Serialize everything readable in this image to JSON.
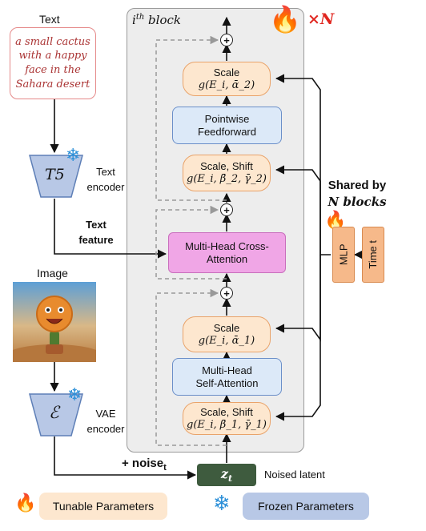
{
  "text_input": {
    "label": "Text",
    "prompt": "a small cactus with a happy face in the Sahara desert"
  },
  "t5": {
    "symbol": "T5",
    "label": "Text encoder"
  },
  "text_feature_label": "Text feature",
  "image_label": "Image",
  "vae": {
    "symbol": "ℰ",
    "label": "VAE encoder"
  },
  "noise_label": "+ noise",
  "noise_subscript": "t",
  "latent": {
    "symbol": "z",
    "subscript": "t",
    "label": "Noised latent"
  },
  "block": {
    "title_base": "i",
    "title_sup": "th",
    "title_rest": " block",
    "repeat": "×N",
    "scale_top": {
      "title": "Scale",
      "formula": "g(E_i, ᾱ_2)"
    },
    "pointwise_ff": "Pointwise Feedforward",
    "scale_shift_2": {
      "title": "Scale, Shift",
      "formula": "g(E_i, β̄_2, γ̄_2)"
    },
    "cross_attention": "Multi-Head Cross-Attention",
    "scale_mid": {
      "title": "Scale",
      "formula": "g(E_i, ᾱ_1)"
    },
    "self_attention": "Multi-Head Self-Attention",
    "scale_shift_1": {
      "title": "Scale, Shift",
      "formula": "g(E_i, β̄_1, γ̄_1)"
    },
    "plus_symbol": "+"
  },
  "shared": {
    "line1": "Shared by",
    "line2": "N blocks"
  },
  "mlp_label": "MLP",
  "time_label": "Time t",
  "legend": {
    "tunable": "Tunable Parameters",
    "frozen": "Frozen Parameters"
  },
  "colors": {
    "tunable_fill": "#fde7cf",
    "frozen_fill": "#b8c8e6",
    "cross_attention": "#f0a6e6",
    "block_bg": "#ededed",
    "latent": "#3e5b3e",
    "text_box_border": "#e58a8a"
  },
  "icons": [
    "fire-icon",
    "snowflake-icon",
    "cactus-image"
  ]
}
